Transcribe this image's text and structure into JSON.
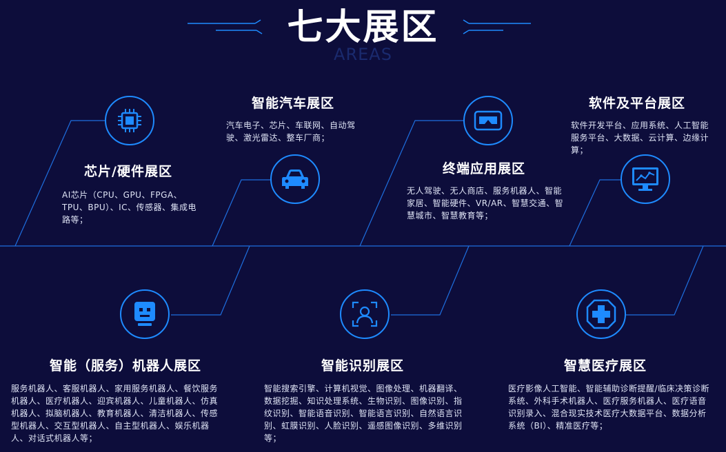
{
  "header": {
    "title": "七大展区",
    "subtitle": "AREAS"
  },
  "colors": {
    "background": "#0d0d3b",
    "accent": "#1e8bff",
    "text": "#ffffff"
  },
  "zones": [
    {
      "icon": "chip-icon",
      "title": "芯片/硬件展区",
      "desc": "AI芯片（CPU、GPU、FPGA、TPU、BPU）、IC、传感器、集成电路等；"
    },
    {
      "icon": "car-icon",
      "title": "智能汽车展区",
      "desc": "汽车电子、芯片、车联网、自动驾驶、激光雷达、整车厂商；"
    },
    {
      "icon": "vr-headset-icon",
      "title": "终端应用展区",
      "desc": "无人驾驶、无人商店、服务机器人、智能家居、智能硬件、VR/AR、智慧交通、智慧城市、智慧教育等；"
    },
    {
      "icon": "monitor-chart-icon",
      "title": "软件及平台展区",
      "desc": "软件开发平台、应用系统、人工智能服务平台、大数据、云计算、边缘计算；"
    },
    {
      "icon": "robot-icon",
      "title": "智能（服务）机器人展区",
      "desc": "服务机器人、客服机器人、家用服务机器人、餐饮服务机器人、医疗机器人、迎宾机器人、儿童机器人、仿真机器人、拟脑机器人、教育机器人、清洁机器人、传感型机器人、交互型机器人、自主型机器人、娱乐机器人、对话式机器人等；"
    },
    {
      "icon": "face-recognition-icon",
      "title": "智能识别展区",
      "desc": "智能搜索引擎、计算机视觉、图像处理、机器翻译、数据挖掘、知识处理系统、生物识别、图像识别、指纹识别、智能语音识别、智能语言识别、自然语言识别、虹膜识别、人脸识别、遥感图像识别、多维识别等；"
    },
    {
      "icon": "medical-cross-icon",
      "title": "智慧医疗展区",
      "desc": "医疗影像人工智能、智能辅助诊断提醒/临床决策诊断系统、外科手术机器人、医疗服务机器人、医疗语音识别录入、混合现实技术医疗大数据平台、数据分析系统（BI）、精准医疗等；"
    }
  ]
}
